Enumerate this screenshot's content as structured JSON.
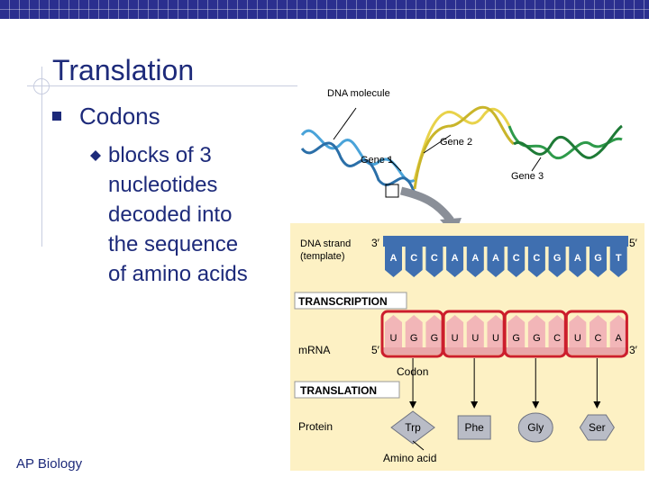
{
  "slide": {
    "title": "Translation",
    "bullet": "Codons",
    "subbullet_lines": [
      "blocks of 3",
      "nucleotides",
      "decoded into",
      "the sequence",
      "of amino acids"
    ],
    "footer": "AP Biology"
  },
  "figure": {
    "dna_molecule_label": "DNA molecule",
    "gene_labels": [
      "Gene 1",
      "Gene 2",
      "Gene 3"
    ],
    "dna_strand_label": [
      "DNA strand",
      "(template)"
    ],
    "three_prime": "3′",
    "five_prime": "5′",
    "dna_bases": [
      "A",
      "C",
      "C",
      "A",
      "A",
      "A",
      "C",
      "C",
      "G",
      "A",
      "G",
      "T"
    ],
    "transcription_label": "TRANSCRIPTION",
    "mrna_label": "mRNA",
    "mrna_bases": [
      "U",
      "G",
      "G",
      "U",
      "U",
      "U",
      "G",
      "G",
      "C",
      "U",
      "C",
      "A"
    ],
    "codon_label": "Codon",
    "translation_label": "TRANSLATION",
    "protein_label": "Protein",
    "amino_acids": [
      "Trp",
      "Phe",
      "Gly",
      "Ser"
    ],
    "amino_acid_label": "Amino acid",
    "colors": {
      "dna_bar": "#3f6fb0",
      "background_panel": "#fdf1c4",
      "mrna_tooth": "#f2b6b8",
      "codon_box": "#cc1e2c",
      "title": "#1d2a7a"
    }
  }
}
